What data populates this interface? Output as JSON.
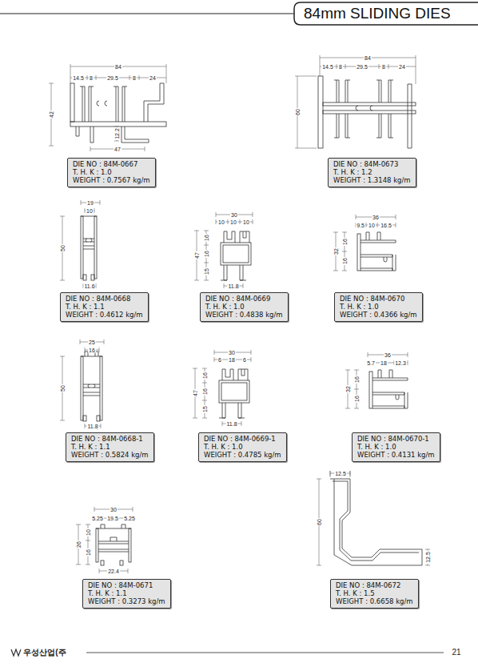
{
  "diagram": {
    "title": "84mm SLIDING DIES",
    "nodes": [
      {
        "text": [
          "DIE NO : 84M-0667",
          "T. H. K : 1.0",
          "WEIGHT : 0.7567 kg/m"
        ]
      },
      {
        "text": [
          "DIE NO : 84M-0673",
          "T. H. K : 1.2",
          "WEIGHT : 1.3148 kg/m"
        ]
      },
      {
        "text": [
          "DIE NO : 84M-0668",
          "T. H. K : 1.1",
          "WEIGHT : 0.4612 kg/m"
        ]
      },
      {
        "text": [
          "DIE NO : 84M-0669",
          "T. H. K : 1.0",
          "WEIGHT : 0.4838 kg/m"
        ]
      },
      {
        "text": [
          "DIE NO : 84M-0670",
          "T. H. K : 1.0",
          "WEIGHT : 0.4366 kg/m"
        ]
      },
      {
        "text": [
          "DIE NO : 84M-0668-1",
          "T. H. K : 1.1",
          "WEIGHT : 0.5824 kg/m"
        ]
      },
      {
        "text": [
          "DIE NO : 84M-0669-1",
          "T. H. K : 1.0",
          "WEIGHT : 0.4785 kg/m"
        ]
      },
      {
        "text": [
          "DIE NO : 84M-0670-1",
          "T. H. K : 1.0",
          "WEIGHT : 0.4131 kg/m"
        ]
      },
      {
        "text": [
          "DIE NO : 84M-0671",
          "T. H. K : 1.1",
          "WEIGHT : 0.3273 kg/m"
        ]
      },
      {
        "text": [
          "DIE NO : 84M-0672",
          "T. H. K : 1.5",
          "WEIGHT : 0.6658 kg/m"
        ]
      }
    ],
    "labels": [
      "84",
      "14.5",
      "8",
      "29.5",
      "8",
      "24",
      "42",
      "12.2",
      "47",
      "84",
      "14.5",
      "8",
      "29.5",
      "8",
      "24",
      "60",
      "19",
      "10",
      "50",
      "11.6",
      "30",
      "10",
      "10",
      "10",
      "16",
      "47",
      "16",
      "15",
      "11.8",
      "36",
      "9.5",
      "10",
      "16.5",
      "32",
      "16",
      "16",
      "25",
      "16",
      "50",
      "11.8",
      "30",
      "6",
      "18",
      "6",
      "16",
      "47",
      "16",
      "15",
      "11.8",
      "36",
      "5.7",
      "18",
      "12.3",
      "32",
      "16",
      "16",
      "30",
      "5.25",
      "19.5",
      "5.25",
      "26",
      "10",
      "16",
      "22.4",
      "12.5",
      "60",
      "12.5",
      "우성산업(주",
      "21"
    ]
  }
}
